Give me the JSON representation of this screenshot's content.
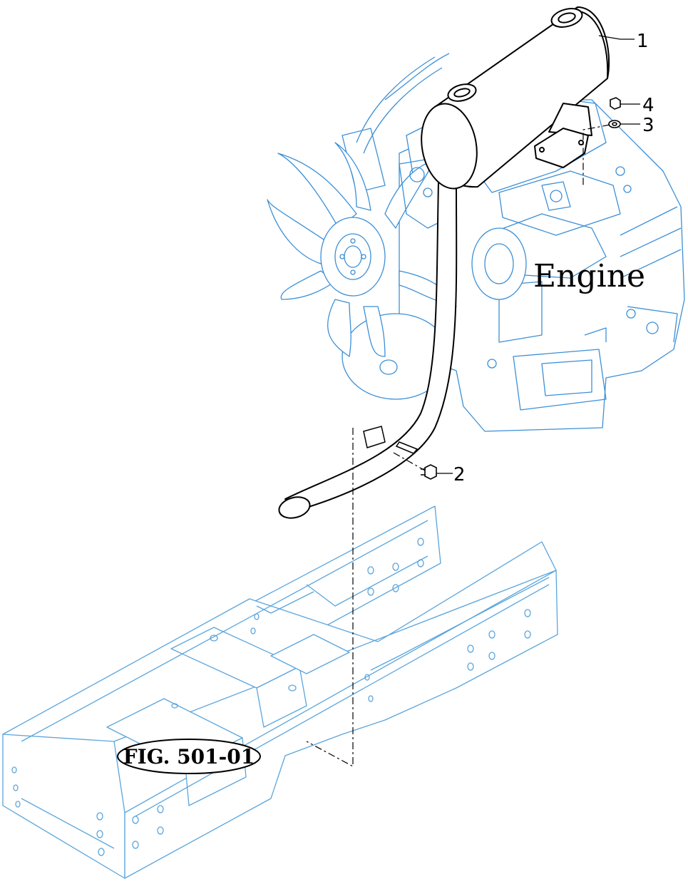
{
  "colors": {
    "background": "#ffffff",
    "engine_line": "#3c8fd6",
    "engine_fill": "#ffffff",
    "frame_line": "#5aa5dc",
    "part_line": "#000000"
  },
  "labels": {
    "engine": "Engine",
    "figure_ref": "FIG. 501-01"
  },
  "callouts": [
    {
      "id": "1",
      "text": "1",
      "part": "muffler"
    },
    {
      "id": "2",
      "text": "2",
      "part": "bolt"
    },
    {
      "id": "3",
      "text": "3",
      "part": "washer"
    },
    {
      "id": "4",
      "text": "4",
      "part": "nut"
    }
  ]
}
